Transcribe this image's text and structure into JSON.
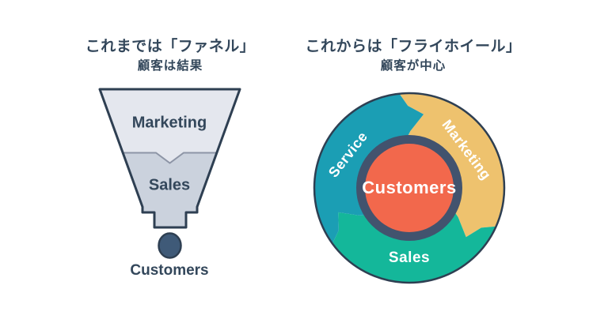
{
  "left": {
    "title": "これまでは「ファネル」",
    "subtitle": "顧客は結果",
    "funnel": {
      "stages": [
        {
          "label": "Marketing"
        },
        {
          "label": "Sales"
        }
      ],
      "outcome_label": "Customers",
      "colors": {
        "top_fill": "#e4e7ee",
        "bottom_fill": "#cbd2dd",
        "outline": "#2e3f52",
        "divider": "#8d95a6",
        "dot_fill": "#3f5a78"
      }
    }
  },
  "right": {
    "title": "これからは「フライホイール」",
    "subtitle": "顧客が中心",
    "flywheel": {
      "center_label": "Customers",
      "center_color": "#f2684c",
      "ring_color": "#42536e",
      "outline_color": "#2e3f52",
      "segments": [
        {
          "label": "Service",
          "color": "#1b9eb4"
        },
        {
          "label": "Marketing",
          "color": "#eec26e"
        },
        {
          "label": "Sales",
          "color": "#14b79a"
        }
      ]
    }
  }
}
